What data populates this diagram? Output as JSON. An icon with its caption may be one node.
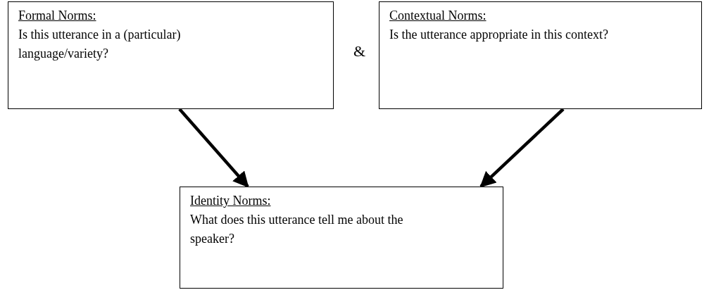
{
  "diagram": {
    "nodes": [
      {
        "text": [
          "Formal Norms:",
          "Is this utterance in a (particular) language/variety?"
        ]
      },
      {
        "text": [
          "Contextual Norms:",
          "Is the utterance appropriate in this context?"
        ]
      },
      {
        "text": [
          "Identity Norms:",
          "What does this utterance tell me about the speaker?"
        ]
      }
    ],
    "edges": [
      {
        "from": 0,
        "to": 2,
        "arrow": "to"
      },
      {
        "from": 1,
        "to": 2,
        "arrow": "to"
      }
    ],
    "labels": [
      "&"
    ]
  }
}
